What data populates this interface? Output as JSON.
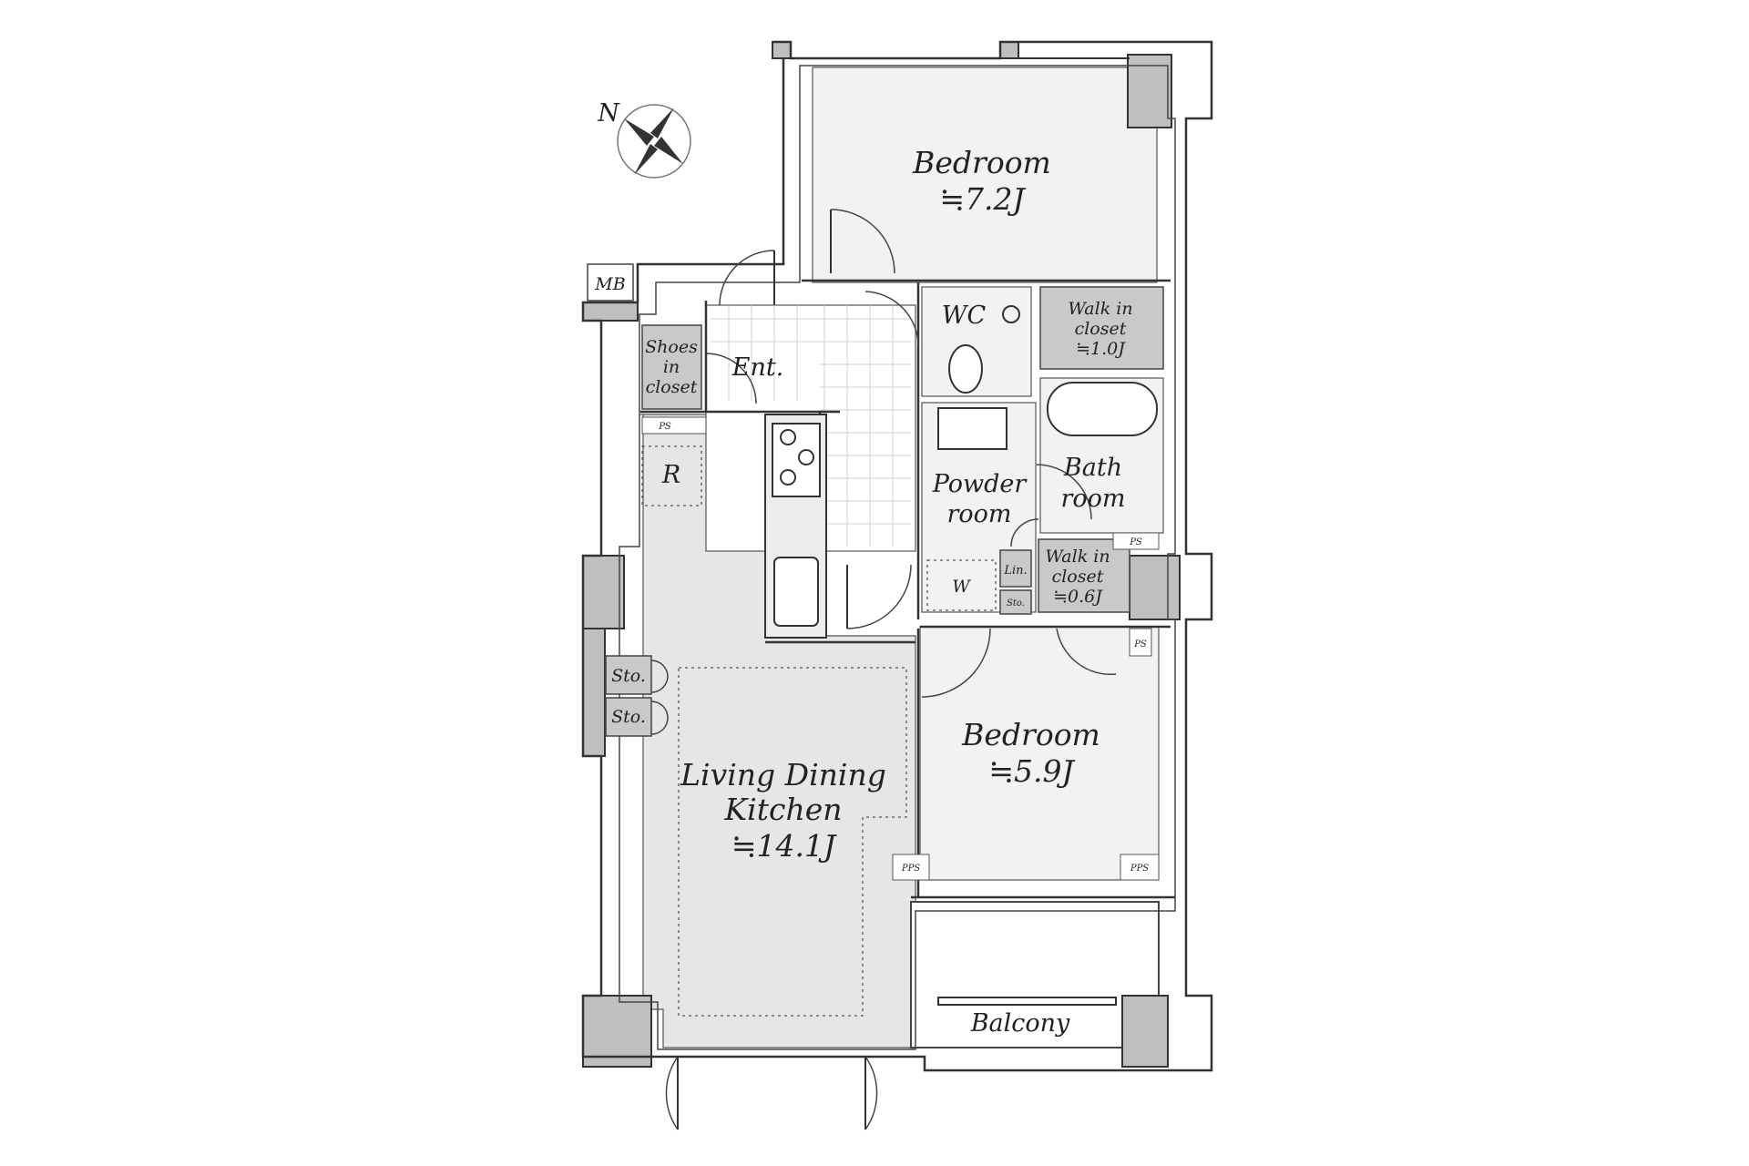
{
  "rooms": {
    "bedroom1": {
      "name": "Bedroom",
      "area": "≒7.2J"
    },
    "bedroom2": {
      "name": "Bedroom",
      "area": "≒5.9J"
    },
    "ldk": {
      "line1": "Living Dining",
      "line2": "Kitchen",
      "area": "≒14.1J"
    },
    "wc": {
      "name": "WC"
    },
    "walk_in_closet1": {
      "line1": "Walk in",
      "line2": "closet",
      "area": "≒1.0J"
    },
    "walk_in_closet2": {
      "line1": "Walk in",
      "line2": "closet",
      "area": "≒0.6J"
    },
    "powder_room": {
      "line1": "Powder",
      "line2": "room"
    },
    "bathroom": {
      "line1": "Bath",
      "line2": "room"
    },
    "entrance": {
      "name": "Ent."
    },
    "shoes_closet": {
      "line1": "Shoes",
      "line2": "in",
      "line3": "closet"
    },
    "balcony": {
      "name": "Balcony"
    }
  },
  "labels": {
    "mb": "MB",
    "ps": "PS",
    "pps": "PPS",
    "refrigerator": "R",
    "washer": "W",
    "linen": "Lin.",
    "storage": "Sto."
  },
  "compass": {
    "north": "N"
  }
}
